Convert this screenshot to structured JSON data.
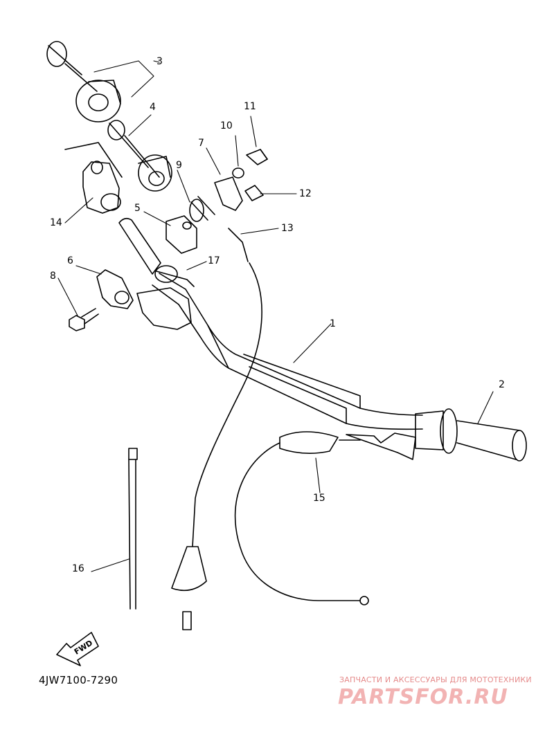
{
  "diagram": {
    "part_numbers": [
      "1",
      "2",
      "3",
      "4",
      "5",
      "6",
      "7",
      "8",
      "9",
      "10",
      "11",
      "12",
      "13",
      "14",
      "15",
      "16",
      "17"
    ],
    "fwd_label": "FWD",
    "diagram_code": "4JW7100-7290",
    "watermark": {
      "line1": "ЗАПЧАСТИ И АКСЕССУАРЫ ДЛЯ МОТОТЕХНИКИ",
      "logo": "PARTSFOR.RU"
    }
  }
}
